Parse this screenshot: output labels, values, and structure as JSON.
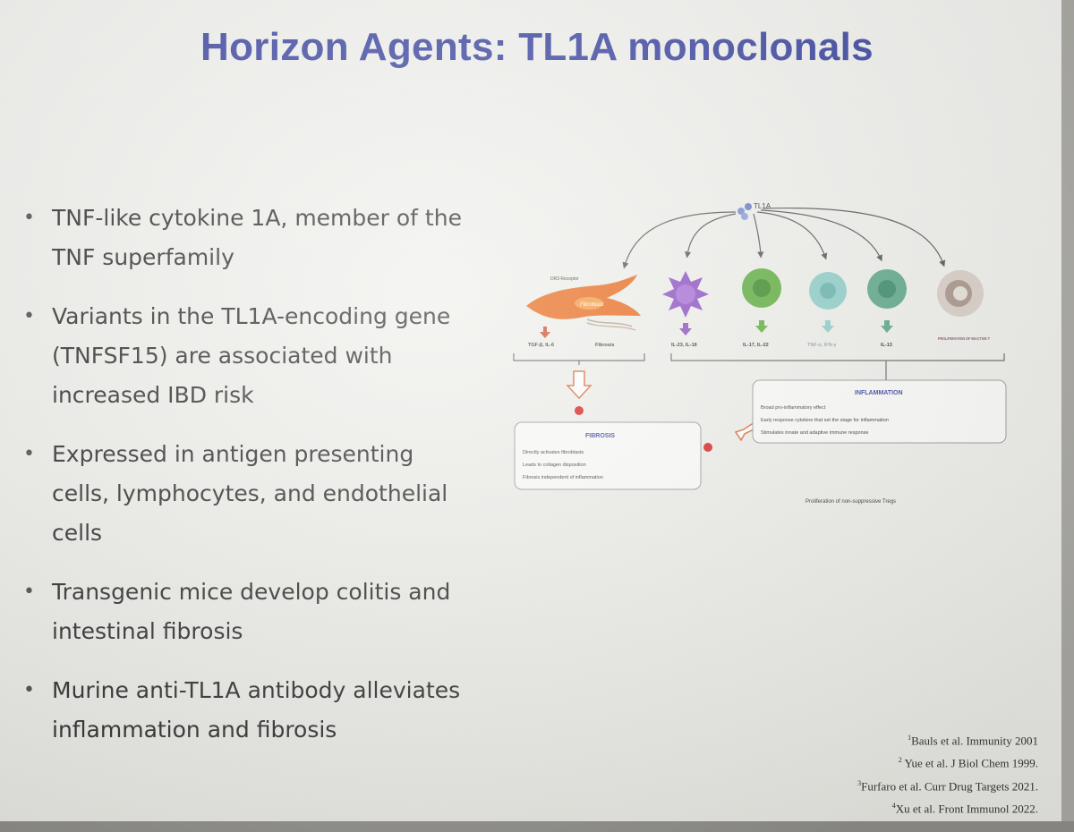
{
  "slide": {
    "title": "Horizon Agents: TL1A monoclonals",
    "bullets": [
      "TNF-like cytokine 1A, member of the TNF superfamily",
      "Variants in the TL1A-encoding gene (TNFSF15) are associated with increased IBD risk",
      "Expressed in antigen presenting cells, lymphocytes, and endothelial cells",
      "Transgenic mice develop colitis and intestinal fibrosis",
      "Murine anti-TL1A antibody alleviates inflammation and fibrosis"
    ],
    "references": [
      {
        "num": "1",
        "text": "Bauls et al. Immunity 2001"
      },
      {
        "num": "2",
        "text": "Yue et al. J Biol Chem 1999."
      },
      {
        "num": "3",
        "text": "Furfaro et al. Curr Drug Targets 2021."
      },
      {
        "num": "4",
        "text": "Xu et al. Front Immunol 2022."
      }
    ]
  },
  "diagram": {
    "tl1a_label": "TL1A",
    "receptor_label": "DR3 Receptor",
    "fibroblast_label": "Fibroblast",
    "fibroblast_outputs": "TGF-β, IL-6",
    "fibrosis_small": "Fibrosis",
    "cell_outputs": [
      "IL-23, IL-18",
      "IL-17, IL-22",
      "TNF-α, IFN-γ",
      "IL-13",
      "PROLIFERATION OF INACTIVE T"
    ],
    "inflammation": {
      "title": "INFLAMMATION",
      "items": [
        "Broad pro-inflammatory effect",
        "Early response cytokine that set the stage for inflammation",
        "Stimulates innate and adaptive immune response"
      ]
    },
    "fibrosis": {
      "title": "FIBROSIS",
      "items": [
        "Directly activates fibroblasts",
        "Leads to collagen disposition",
        "Fibrosis independent of inflammation"
      ]
    },
    "tregs_note": "Proliferation of non-suppressive Tregs",
    "colors": {
      "fibroblast": "#ea6a1c",
      "arrow_down": "#cf4f2a",
      "dc": "#8e4fc4",
      "th17": "#5fae3f",
      "th1": "#8fcfc8",
      "th2": "#5ea88a",
      "treg": "#d9cfc6",
      "red_dot": "#d8221c"
    }
  }
}
